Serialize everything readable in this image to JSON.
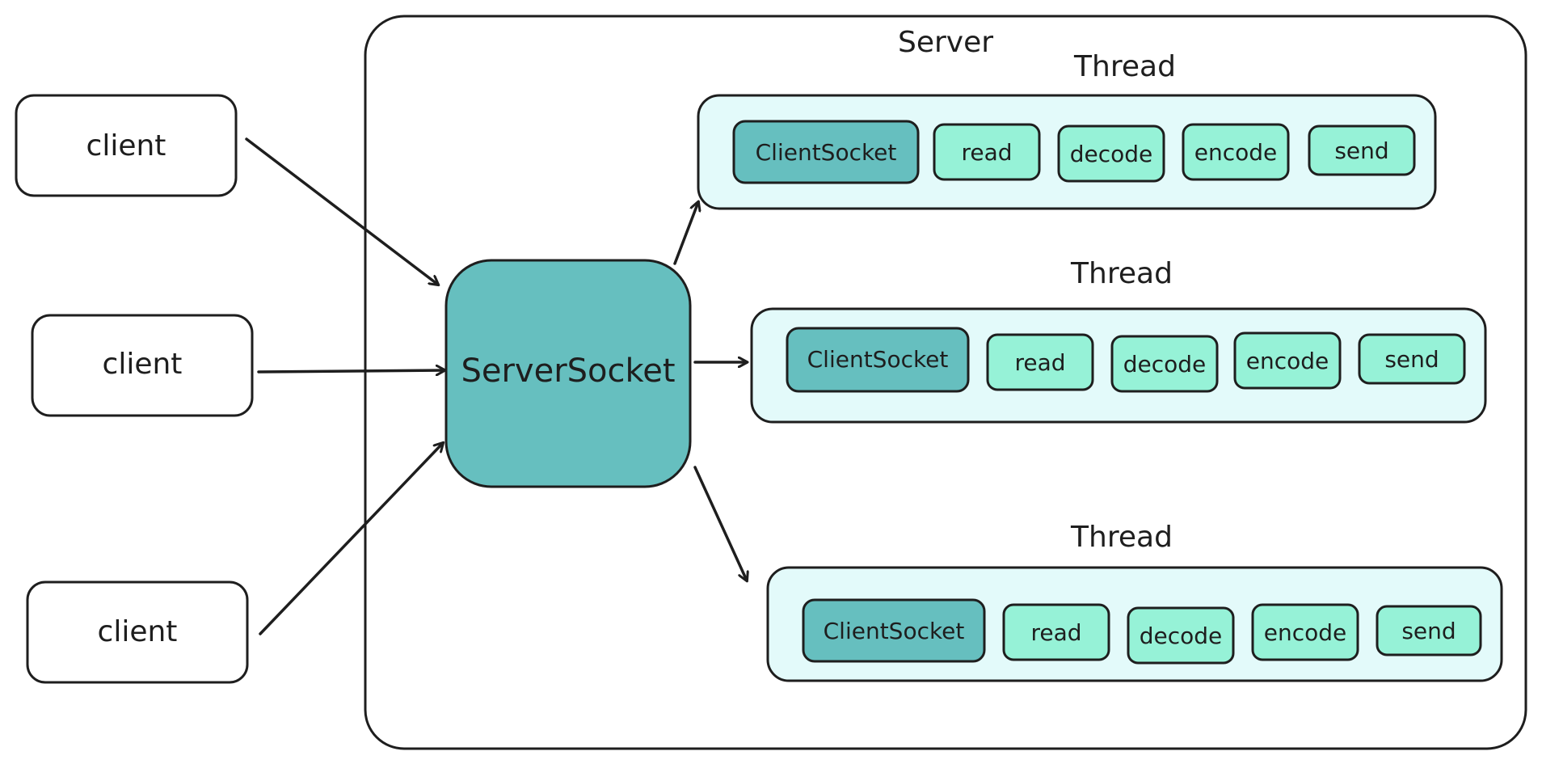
{
  "server": {
    "label": "Server"
  },
  "server_socket": {
    "label": "ServerSocket"
  },
  "clients": [
    {
      "label": "client"
    },
    {
      "label": "client"
    },
    {
      "label": "client"
    }
  ],
  "threads": [
    {
      "label": "Thread",
      "steps": [
        "ClientSocket",
        "read",
        "decode",
        "encode",
        "send"
      ]
    },
    {
      "label": "Thread",
      "steps": [
        "ClientSocket",
        "read",
        "decode",
        "encode",
        "send"
      ]
    },
    {
      "label": "Thread",
      "steps": [
        "ClientSocket",
        "read",
        "decode",
        "encode",
        "send"
      ]
    }
  ],
  "colors": {
    "server_socket_fill": "#66bfbf",
    "thread_fill": "#e3fafa",
    "client_socket_fill": "#66bfbf",
    "step_fill": "#96f2d7",
    "stroke": "#1e1e1e"
  }
}
